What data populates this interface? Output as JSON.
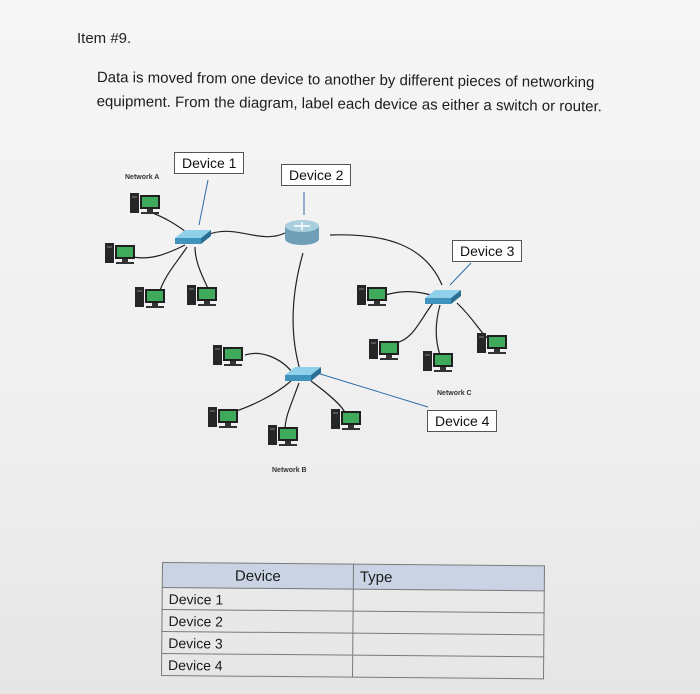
{
  "item_title": "Item #9.",
  "instructions": {
    "line1": "Data is moved from one device to another by different pieces of networking",
    "line2": "equipment.  From the diagram, label each device as either a switch or router."
  },
  "diagram": {
    "labels": {
      "device1": "Device 1",
      "device2": "Device 2",
      "device3": "Device 3",
      "device4": "Device 4"
    },
    "networks": {
      "a": "Network A",
      "b": "Network B",
      "c": "Network C"
    }
  },
  "table": {
    "headers": [
      "Device",
      "Type"
    ],
    "rows": [
      {
        "device": "Device 1",
        "type": ""
      },
      {
        "device": "Device 2",
        "type": ""
      },
      {
        "device": "Device 3",
        "type": ""
      },
      {
        "device": "Device 4",
        "type": ""
      }
    ]
  },
  "colors": {
    "screen": "#3faa5c",
    "tower": "#2a2a2a",
    "switch": "#4ea1c9",
    "router": "#8cb6c9",
    "header_fill": "#c9d3e4"
  }
}
